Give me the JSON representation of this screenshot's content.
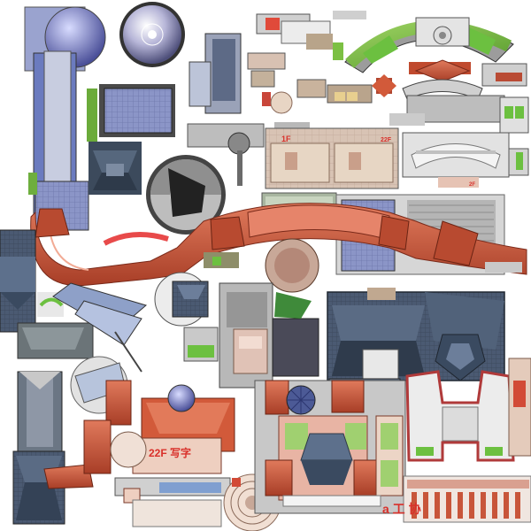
{
  "labels": {
    "floor_1": "1F",
    "floor_22a": "22F",
    "floor_2a": "2F",
    "floor_22b": "22F 写字",
    "bottom_sign": "a 工 协"
  },
  "colors": {
    "roof_red": "#c8553a",
    "roof_red_dark": "#9a3a25",
    "slate": "#4a5a6e",
    "slate_dark": "#2f3a48",
    "glass_blue": "#7f8fc8",
    "concrete": "#c9c9c9",
    "pale": "#e8ddd0",
    "lawn": "#7bc043",
    "sign_red": "#d9302a"
  },
  "icons": [
    "building-roof-icon",
    "dome-icon",
    "tower-icon"
  ]
}
